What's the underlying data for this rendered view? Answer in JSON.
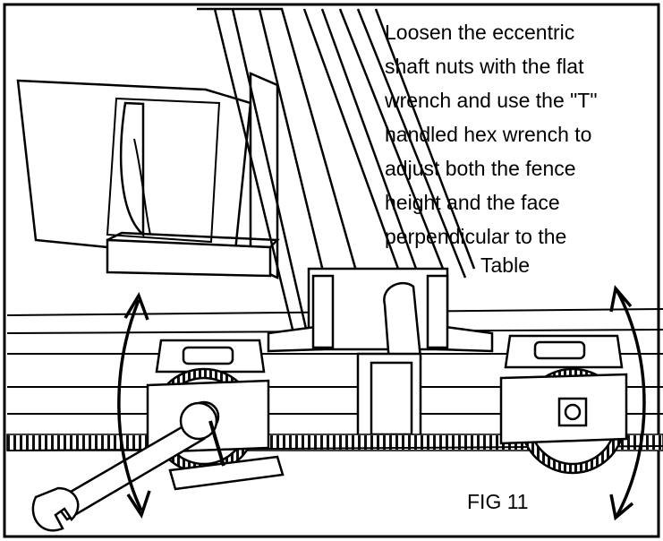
{
  "instruction": {
    "lines": [
      "Loosen the eccentric",
      "shaft nuts with the flat",
      "wrench and use the \"T\"",
      "handled hex wrench to",
      "adjust both the fence",
      "height and the face",
      "perpendicular to the"
    ],
    "last_line": "Table"
  },
  "figure_label": "FIG 11"
}
